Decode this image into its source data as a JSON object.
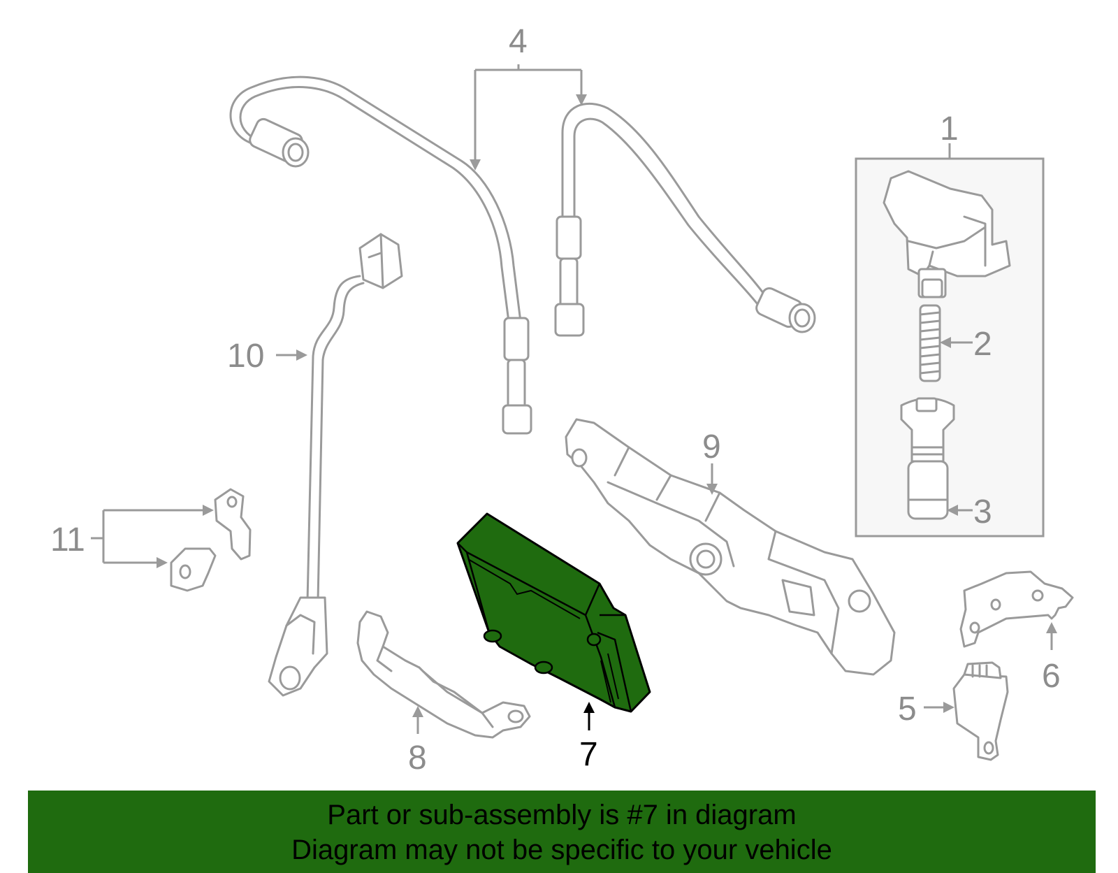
{
  "callouts": {
    "c1": "1",
    "c2": "2",
    "c3": "3",
    "c4": "4",
    "c5": "5",
    "c6": "6",
    "c7": "7",
    "c8": "8",
    "c9": "9",
    "c10": "10",
    "c11": "11"
  },
  "highlighted_part": "7",
  "colors": {
    "highlight": "#1f6b0f",
    "part_stroke": "#9a9a9a",
    "banner": "#1f6b0f"
  },
  "banner": {
    "line1": "Part or sub-assembly is #7 in diagram",
    "line2": "Diagram may not be specific to your vehicle"
  }
}
